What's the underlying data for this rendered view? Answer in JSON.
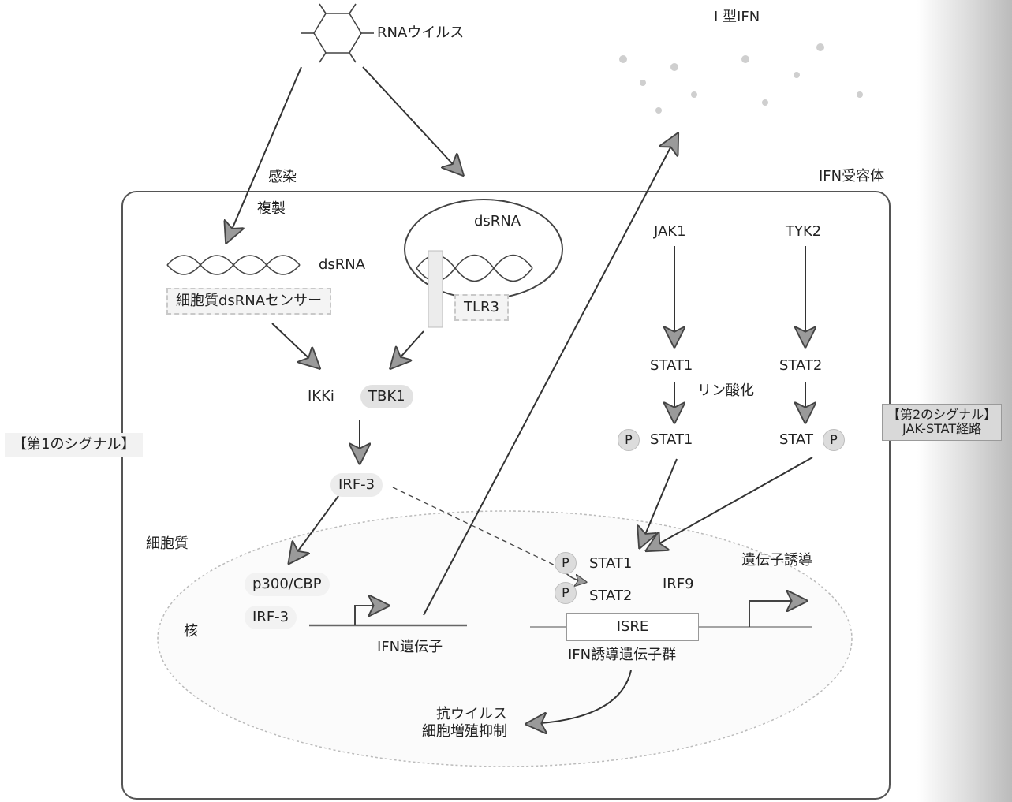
{
  "labels": {
    "rna_virus": "RNAウイルス",
    "type1_ifn": "I 型IFN",
    "infection": "感染",
    "replication": "複製",
    "ifn_receptor": "IFN受容体",
    "dsrna_endosome": "dsRNA",
    "dsrna_cyto": "dsRNA",
    "cyto_sensor": "細胞質dsRNAセンサー",
    "tlr3": "TLR3",
    "jak1": "JAK1",
    "tyk2": "TYK2",
    "stat1_top": "STAT1",
    "stat2_top": "STAT2",
    "phosphorylation": "リン酸化",
    "ikki": "IKKi",
    "tbk1": "TBK1",
    "p_stat1": "STAT1",
    "p_stat2": "STAT",
    "p_letter": "P",
    "signal1": "【第1のシグナル】",
    "signal2_line1": "【第2のシグナル】",
    "signal2_line2": "JAK-STAT経路",
    "irf3_top": "IRF-3",
    "cytoplasm": "細胞質",
    "p300": "p300/CBP",
    "irf3_bottom": "IRF-3",
    "nucleus": "核",
    "ifn_gene": "IFN遺伝子",
    "stat1_nuc": "STAT1",
    "stat2_nuc": "STAT2",
    "irf9": "IRF9",
    "gene_induction": "遺伝子誘導",
    "isre": "ISRE",
    "ifn_induced_genes": "IFN誘導遺伝子群",
    "antiviral_line1": "抗ウイルス",
    "antiviral_line2": "細胞増殖抑制"
  }
}
